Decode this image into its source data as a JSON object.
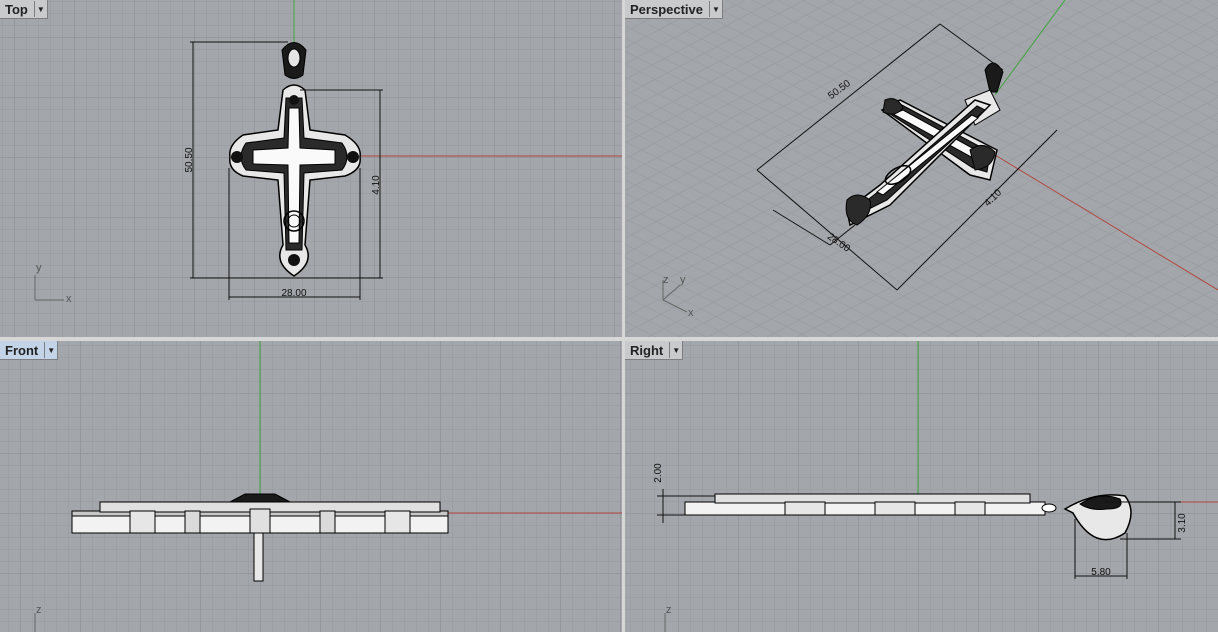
{
  "viewports": {
    "top": {
      "label": "Top"
    },
    "perspective": {
      "label": "Perspective"
    },
    "front": {
      "label": "Front"
    },
    "right": {
      "label": "Right"
    }
  },
  "dimensions": {
    "height": "50.50",
    "width": "28.00",
    "arm_height": "4.10",
    "thickness": "2.00",
    "bail_height": "3.10",
    "bail_width": "5.80"
  },
  "axes": {
    "x": "x",
    "y": "y",
    "z": "z"
  },
  "colors": {
    "viewport_bg": "#a3a6aa",
    "grid": "#94979b",
    "x_axis": "#b4473f",
    "y_axis": "#3fa43f",
    "active_label": "#c4d4e8"
  },
  "icons": {
    "dropdown": "chevron-down-icon"
  }
}
